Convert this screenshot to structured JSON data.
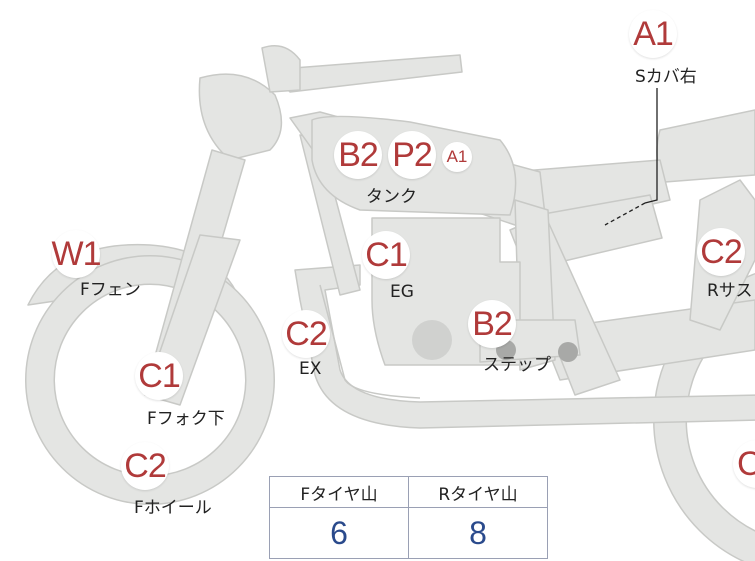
{
  "parts": [
    {
      "id": "fender_front",
      "code": "W1",
      "label": "Fフェン"
    },
    {
      "id": "fork",
      "code": "C1",
      "label": "Fフォク下"
    },
    {
      "id": "wheel_front",
      "code": "C2",
      "label": "Fホイール"
    },
    {
      "id": "exhaust",
      "code": "C2",
      "label": "EX"
    },
    {
      "id": "engine",
      "code": "C1",
      "label": "EG"
    },
    {
      "id": "step",
      "code": "B2",
      "label": "ステップ"
    },
    {
      "id": "tank",
      "codes": [
        "B2",
        "P2",
        "A1"
      ],
      "label": "タンク"
    },
    {
      "id": "side_cover_right",
      "code": "A1",
      "label": "Sカバ右"
    },
    {
      "id": "rear_suspension",
      "code": "C2",
      "label": "Rサス"
    },
    {
      "id": "rear_partial",
      "code": "C"
    }
  ],
  "tyre_table": {
    "headers": [
      "Fタイヤ山",
      "Rタイヤ山"
    ],
    "values": [
      "6",
      "8"
    ]
  },
  "colors": {
    "body_fill": "#e4e5e3",
    "body_stroke": "#c8c9c6",
    "badge_text": "#b03a3a",
    "value_text": "#2a4a8c",
    "table_border": "#9aa0b4"
  }
}
